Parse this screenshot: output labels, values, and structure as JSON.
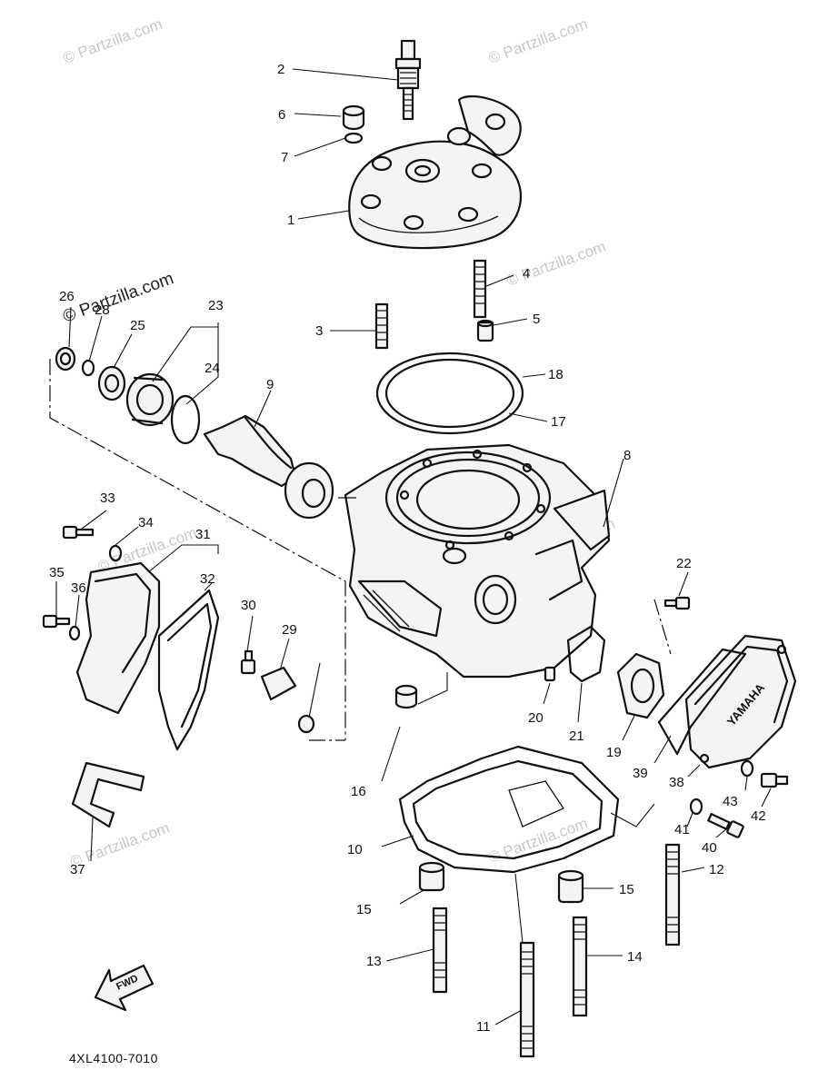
{
  "diagram_code": "4XL4100-7010",
  "watermark": "© Partzilla.com",
  "fwd_label": "FWD",
  "brand_label": "YAMAHA",
  "callouts": [
    "1",
    "2",
    "3",
    "4",
    "5",
    "6",
    "7",
    "8",
    "9",
    "10",
    "11",
    "12",
    "13",
    "14",
    "15",
    "15",
    "16",
    "17",
    "18",
    "19",
    "20",
    "21",
    "22",
    "23",
    "24",
    "25",
    "26",
    "28",
    "29",
    "30",
    "31",
    "32",
    "33",
    "34",
    "35",
    "36",
    "37",
    "38",
    "39",
    "40",
    "41",
    "42",
    "43"
  ]
}
